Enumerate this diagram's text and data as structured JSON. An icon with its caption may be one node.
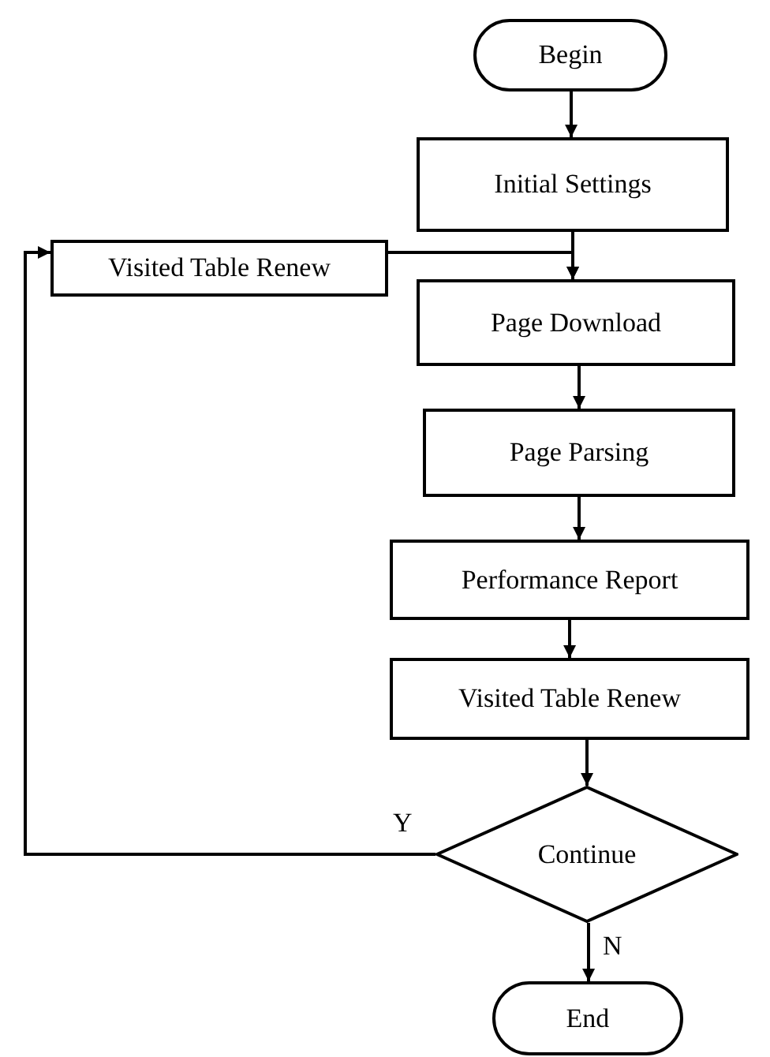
{
  "diagram": {
    "nodes": [
      {
        "text": [
          "Begin"
        ]
      },
      {
        "text": [
          "Initial Settings"
        ]
      },
      {
        "text": [
          "Visited Table Renew"
        ]
      },
      {
        "text": [
          "Page Download"
        ]
      },
      {
        "text": [
          "Page Parsing"
        ]
      },
      {
        "text": [
          "Performance Report"
        ]
      },
      {
        "text": [
          "Visited Table Renew"
        ]
      },
      {
        "text": [
          "Continue"
        ]
      },
      {
        "text": [
          "End"
        ]
      }
    ],
    "edges": [
      {
        "from": 0,
        "to": 1,
        "arrow": "to"
      },
      {
        "from": 1,
        "to": 3,
        "arrow": "to"
      },
      {
        "from": 2,
        "to": 3,
        "arrow": "to"
      },
      {
        "from": 3,
        "to": 4,
        "arrow": "to"
      },
      {
        "from": 4,
        "to": 5,
        "arrow": "to"
      },
      {
        "from": 5,
        "to": 6,
        "arrow": "to"
      },
      {
        "from": 6,
        "to": 7,
        "arrow": "to"
      },
      {
        "from": 7,
        "to": 2,
        "arrow": "to",
        "label": "Y"
      },
      {
        "from": 7,
        "to": 8,
        "arrow": "to",
        "label": "N"
      }
    ]
  }
}
